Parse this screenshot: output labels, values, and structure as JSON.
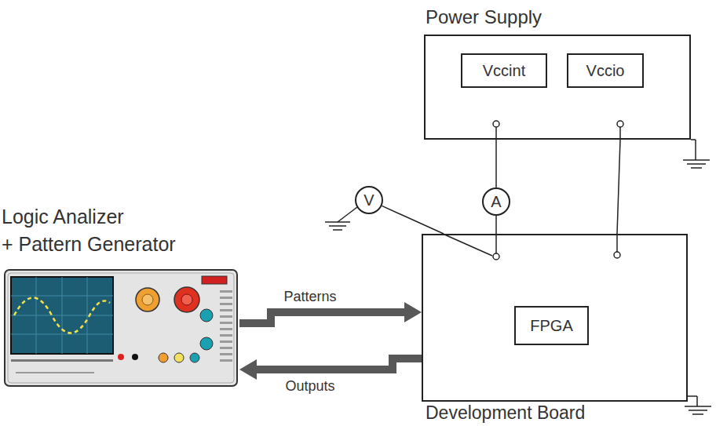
{
  "diagram": {
    "nodes": [
      {
        "text": [
          "Power Supply"
        ]
      },
      {
        "text": [
          "Vccint"
        ],
        "in": 0
      },
      {
        "text": [
          "Vccio"
        ],
        "in": 0
      },
      {
        "text": [
          "V"
        ]
      },
      {
        "text": [
          "A"
        ]
      },
      {
        "text": [
          "Logic Analizer",
          "+ Pattern Generator"
        ]
      },
      {
        "text": [
          "Development Board"
        ]
      },
      {
        "text": [
          "FPGA"
        ],
        "in": 6
      }
    ],
    "edges": [
      {
        "from": 0,
        "to": 4,
        "arrow": "none"
      },
      {
        "from": 4,
        "to": 6,
        "arrow": "none"
      },
      {
        "from": 0,
        "to": 6,
        "arrow": "none"
      },
      {
        "from": 3,
        "to": 6,
        "arrow": "none"
      },
      {
        "from": 5,
        "to": 6,
        "label": "Patterns",
        "arrow": "to"
      },
      {
        "from": 6,
        "to": 5,
        "label": "Outputs",
        "arrow": "to"
      }
    ]
  }
}
